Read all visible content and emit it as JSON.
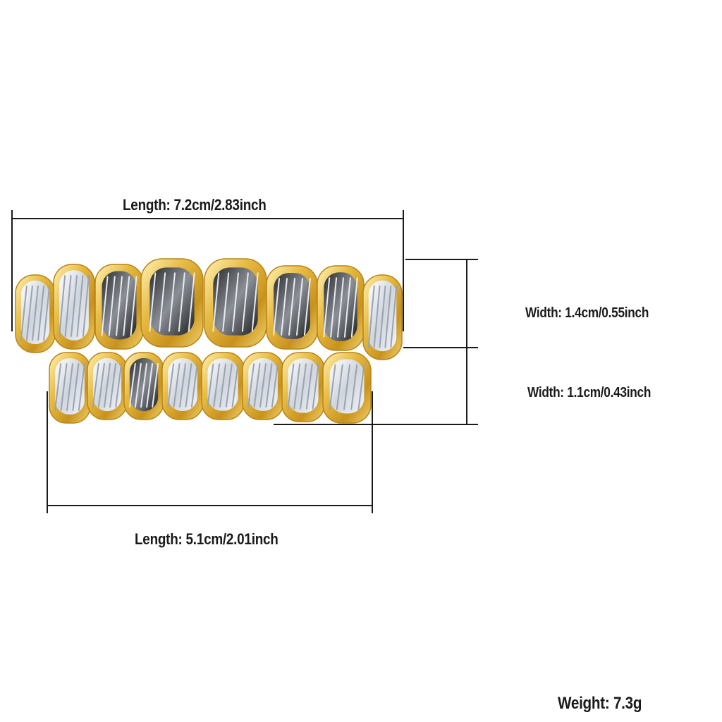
{
  "image": {
    "subject": "gold and silver grillz set",
    "background_color": "#ffffff",
    "gold_color": "#e2b540",
    "silver_color": "#dfe3ea",
    "line_color": "#1a1a1a"
  },
  "dimensions": {
    "top_length": "Length: 7.2cm/2.83inch",
    "upper_width": "Width: 1.4cm/0.55inch",
    "lower_width": "Width: 1.1cm/0.43inch",
    "bottom_length": "Length: 5.1cm/2.01inch"
  },
  "weight": "Weight: 7.3g"
}
